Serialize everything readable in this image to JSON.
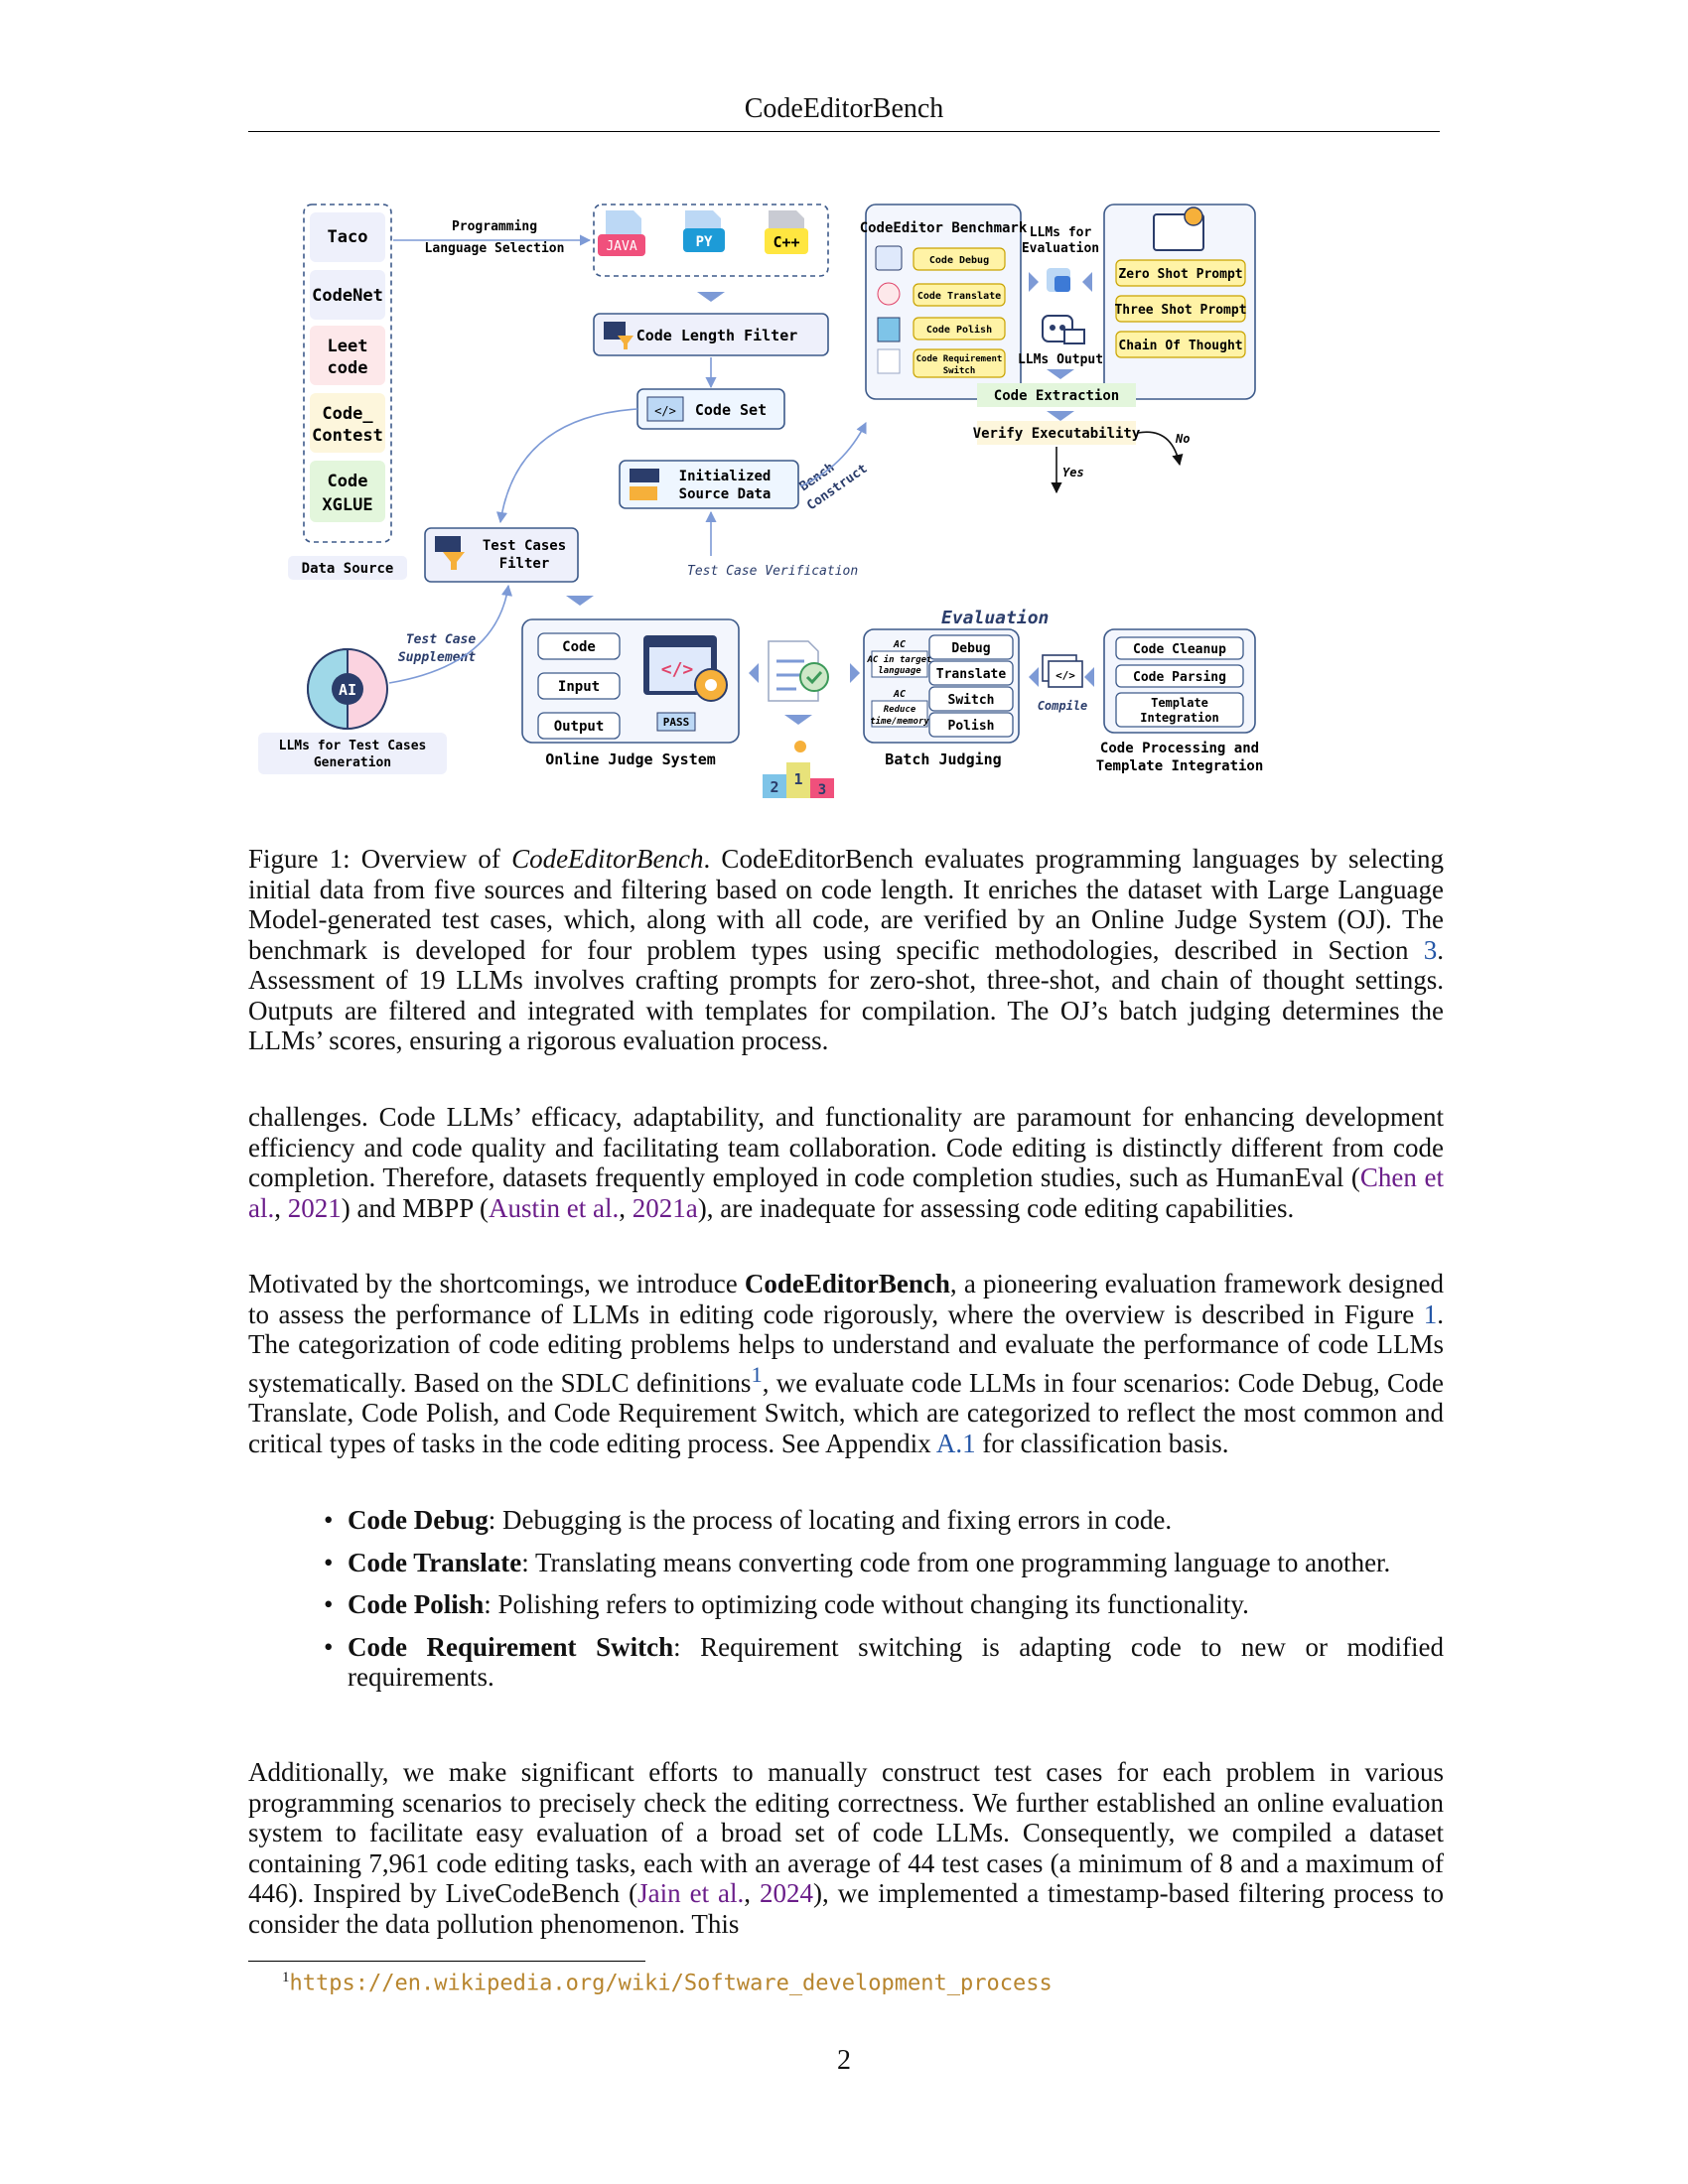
{
  "running_head": "CodeEditorBench",
  "figure": {
    "sources": [
      "Taco",
      "CodeNet",
      "Leet code",
      "Code_ Contest",
      "Code XGLUE"
    ],
    "data_source_label": "Data Source",
    "lang_selection_label": "Programming Language Selection",
    "languages": [
      "JAVA",
      "PY",
      "C++"
    ],
    "code_length_filter": "Code Length Filter",
    "code_set": "Code Set",
    "initialized_source_data": "Initialized Source Data",
    "bench_construct": "Bench Construct",
    "test_cases_filter": "Test Cases Filter",
    "test_case_verification": "Test Case Verification",
    "test_case_supplement": "Test Case Supplement",
    "llms_for_test_cases": "LLMs for Test Cases Generation",
    "ai_label": "AI",
    "benchmark_title": "CodeEditor Benchmark",
    "benchmark_items": [
      "Code Debug",
      "Code Translate",
      "Code Polish",
      "Code Requirement Switch"
    ],
    "llms_for_evaluation": "LLMs for Evaluation",
    "prompts": [
      "Zero Shot Prompt",
      "Three Shot Prompt",
      "Chain Of Thought"
    ],
    "llms_output": "LLMs Output",
    "code_extraction": "Code Extraction",
    "verify_executability": "Verify Executability",
    "yes": "Yes",
    "no": "No",
    "compile": "Compile",
    "processing_items": [
      "Code Cleanup",
      "Code Parsing",
      "Template Integration"
    ],
    "processing_title": "Code Processing and Template Integration",
    "oj_items": [
      "Code",
      "Input",
      "Output"
    ],
    "pass_label": "PASS",
    "oj_title": "Online Judge System",
    "evaluation_label": "Evaluation",
    "batch_left": [
      "AC",
      "AC in target language",
      "AC",
      "Reduce time/memory"
    ],
    "batch_items": [
      "Debug",
      "Translate",
      "Switch",
      "Polish"
    ],
    "batch_title": "Batch Judging",
    "podium": [
      "2",
      "1",
      "3"
    ]
  },
  "caption": {
    "label": "Figure 1: Overview of ",
    "name_italic": "CodeEditorBench",
    "text_before_ref": ". CodeEditorBench evaluates programming languages by selecting initial data from five sources and filtering based on code length. It enriches the dataset with Large Language Model-generated test cases, which, along with all code, are verified by an Online Judge System (OJ). The benchmark is developed for four problem types using specific methodologies, described in Section ",
    "section_ref": "3",
    "text_after_ref": ". Assessment of 19 LLMs involves crafting prompts for zero-shot, three-shot, and chain of thought settings. Outputs are filtered and integrated with templates for compilation. The OJ’s batch judging determines the LLMs’ scores, ensuring a rigorous evaluation process."
  },
  "para1": {
    "t1": "challenges. Code LLMs’ efficacy, adaptability, and functionality are paramount for enhancing development efficiency and code quality and facilitating team collaboration. Code editing is distinctly different from code completion. Therefore, datasets frequently employed in code completion studies, such as HumanEval (",
    "cite1a": "Chen et al.",
    "cite1b": "2021",
    "t2": ") and MBPP (",
    "cite2a": "Austin et al.",
    "cite2b": "2021a",
    "t3": "), are inadequate for assessing code editing capabilities."
  },
  "para2": {
    "t1": "Motivated by the shortcomings, we introduce ",
    "bold": "CodeEditorBench",
    "t2": ", a pioneering evaluation framework designed to assess the performance of LLMs in editing code rigorously, where the overview is described in Figure ",
    "fig_ref": "1",
    "t3": ". The categorization of code editing problems helps to understand and evaluate the performance of code LLMs systematically. Based on the SDLC definitions",
    "fn_mark": "1",
    "t4": ", we evaluate code LLMs in four scenarios: Code Debug, Code Translate, Code Polish, and Code Requirement Switch, which are categorized to reflect the most common and critical types of tasks in the code editing process. See Appendix ",
    "app_ref": "A.1",
    "t5": " for classification basis."
  },
  "bullets": [
    {
      "term": "Code Debug",
      "text": ": Debugging is the process of locating and fixing errors in code."
    },
    {
      "term": "Code Translate",
      "text": ": Translating means converting code from one programming language to another."
    },
    {
      "term": "Code Polish",
      "text": ": Polishing refers to optimizing code without changing its functionality."
    },
    {
      "term": "Code Requirement Switch",
      "text": ": Requirement switching is adapting code to new or modified requirements."
    }
  ],
  "para3": {
    "t1": "Additionally, we make significant efforts to manually construct test cases for each problem in various programming scenarios to precisely check the editing correctness. We further established an online evaluation system to facilitate easy evaluation of a broad set of code LLMs. Consequently, we compiled a dataset containing 7,961 code editing tasks, each with an average of 44 test cases (a minimum of 8 and a maximum of 446). Inspired by LiveCodeBench (",
    "cite_a": "Jain et al.",
    "cite_b": "2024",
    "t2": "), we implemented a timestamp-based filtering process to consider the data pollution phenomenon. This"
  },
  "footnote": {
    "mark": "1",
    "url": "https://en.wikipedia.org/wiki/Software_development_process"
  },
  "page_number": "2",
  "colors": {
    "panel_border": "#3d5a8a",
    "panel_fill": "#f3f6fd",
    "arrow": "#7d9ad6",
    "yellow_tag": "#fff3a6",
    "green_tag": "#e3f6dc",
    "cream_tag": "#fdf6dc",
    "pink_tag": "#fde8ea"
  }
}
